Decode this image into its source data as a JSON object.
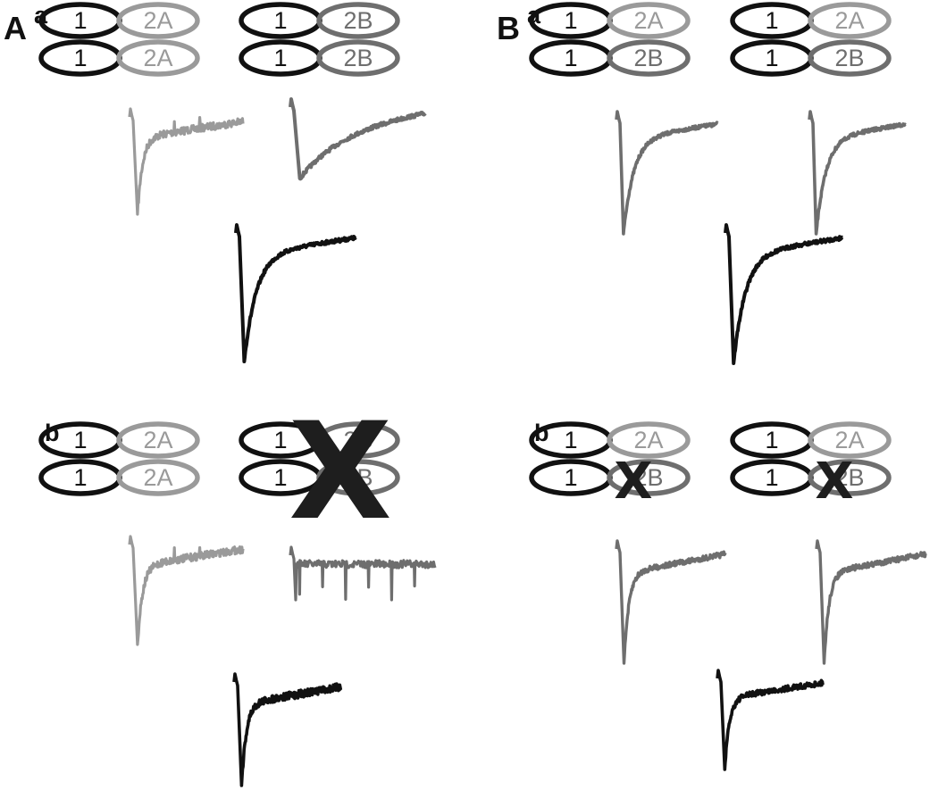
{
  "panels": {
    "A": {
      "label": "A",
      "a": "a",
      "b": "b"
    },
    "B": {
      "label": "B",
      "a": "a",
      "b": "b"
    }
  },
  "colors": {
    "black": "#111111",
    "gray_dark": "#6e6e6e",
    "gray_light": "#9a9a9a",
    "x_mark": "#1e1e1e"
  },
  "subunits": {
    "glun1": "1",
    "glun2a": "2A",
    "glun2b": "2B"
  },
  "x_symbol": "X",
  "receptor_groups": [
    {
      "id": "Aa-left",
      "top": "2A",
      "bottom": "2A",
      "topColor": "light",
      "bottomColor": "light",
      "x": "none"
    },
    {
      "id": "Aa-right",
      "top": "2B",
      "bottom": "2B",
      "topColor": "dark",
      "bottomColor": "dark",
      "x": "none"
    },
    {
      "id": "Ab-left",
      "top": "2A",
      "bottom": "2A",
      "topColor": "light",
      "bottomColor": "light",
      "x": "none"
    },
    {
      "id": "Ab-right",
      "top": "2B",
      "bottom": "2B",
      "topColor": "dark",
      "bottomColor": "dark",
      "x": "big"
    },
    {
      "id": "Ba-left",
      "top": "2A",
      "bottom": "2B",
      "topColor": "light",
      "bottomColor": "dark",
      "x": "none"
    },
    {
      "id": "Ba-right",
      "top": "2A",
      "bottom": "2B",
      "topColor": "light",
      "bottomColor": "dark",
      "x": "none"
    },
    {
      "id": "Bb-left",
      "top": "2A",
      "bottom": "2B",
      "topColor": "light",
      "bottomColor": "dark",
      "x": "small"
    },
    {
      "id": "Bb-right",
      "top": "2A",
      "bottom": "2B",
      "topColor": "light",
      "bottomColor": "dark",
      "x": "small"
    }
  ],
  "traces": [
    {
      "id": "Aa-2A",
      "color": "gray_light",
      "amplitude": 1.0,
      "decay": "fast",
      "noise": "high",
      "spikes": false
    },
    {
      "id": "Aa-2B",
      "color": "gray_dark",
      "amplitude": 0.47,
      "decay": "slow",
      "noise": "low",
      "spikes": false
    },
    {
      "id": "Aa-sum",
      "color": "black",
      "amplitude": 1.0,
      "decay": "medium",
      "noise": "low",
      "spikes": false
    },
    {
      "id": "Ba-left",
      "color": "gray_dark",
      "amplitude": 1.0,
      "decay": "medium",
      "noise": "low",
      "spikes": false
    },
    {
      "id": "Ba-right",
      "color": "gray_dark",
      "amplitude": 1.0,
      "decay": "medium",
      "noise": "low",
      "spikes": false
    },
    {
      "id": "Ba-sum",
      "color": "black",
      "amplitude": 1.0,
      "decay": "medium",
      "noise": "low",
      "spikes": false
    },
    {
      "id": "Ab-2A",
      "color": "gray_light",
      "amplitude": 1.0,
      "decay": "fast",
      "noise": "high",
      "spikes": false
    },
    {
      "id": "Ab-2B",
      "color": "gray_dark",
      "amplitude": 0.35,
      "decay": "none",
      "noise": "high",
      "spikes": true
    },
    {
      "id": "Ab-sum",
      "color": "black",
      "amplitude": 1.0,
      "decay": "fast",
      "noise": "high",
      "spikes": false
    },
    {
      "id": "Bb-left",
      "color": "gray_dark",
      "amplitude": 1.0,
      "decay": "fast",
      "noise": "medium",
      "spikes": false
    },
    {
      "id": "Bb-right",
      "color": "gray_dark",
      "amplitude": 1.0,
      "decay": "fast",
      "noise": "medium",
      "spikes": false
    },
    {
      "id": "Bb-sum",
      "color": "black",
      "amplitude": 1.0,
      "decay": "fast",
      "noise": "medium",
      "spikes": false
    }
  ]
}
